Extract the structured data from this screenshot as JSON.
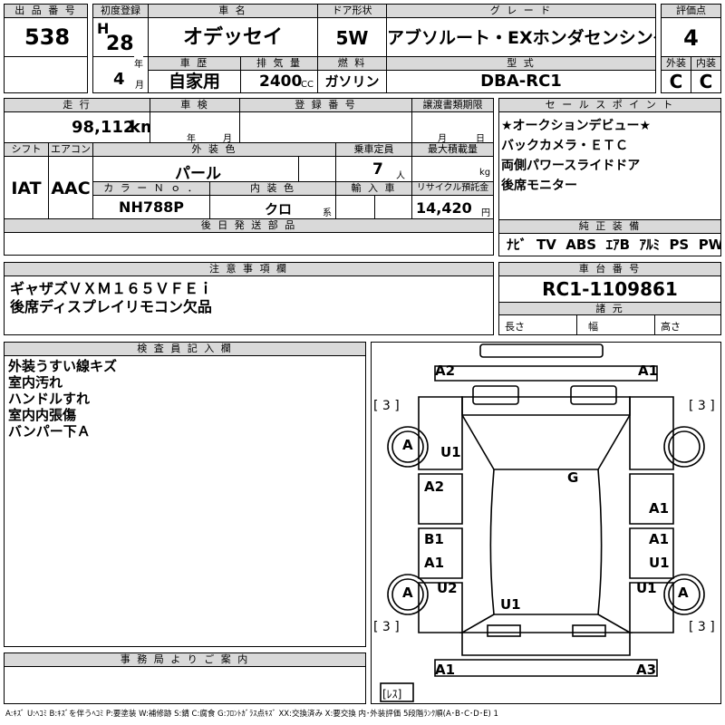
{
  "header_labels": {
    "lot_no": "出 品 番 号",
    "first_reg": "初度登録",
    "car_name": "車 名",
    "door": "ドア形状",
    "grade": "グ レ ー ド",
    "score": "評価点",
    "history": "車 歴",
    "displacement": "排 気 量",
    "fuel": "燃 料",
    "model": "型 式",
    "exterior": "外装",
    "interior": "内装",
    "year_unit": "年",
    "month_unit": "月",
    "cc": "CC"
  },
  "values": {
    "lot_no": "538",
    "era": "H",
    "year": "28",
    "month": "4",
    "car_name": "オデッセイ",
    "door": "5W",
    "grade": "アブソルート・EXホンダセンシング",
    "score": "4",
    "history": "自家用",
    "displacement": "2400",
    "fuel": "ガソリン",
    "model": "DBA-RC1",
    "exterior": "C",
    "interior": "C"
  },
  "row2_labels": {
    "mileage": "走 行",
    "inspection": "車 検",
    "registration": "登 録 番 号",
    "transfer_deadline": "譲渡書類期限",
    "shift": "シフト",
    "aircon": "エアコン",
    "ext_color": "外 装 色",
    "capacity": "乗車定員",
    "max_load": "最大積載量",
    "color_no": "カ ラ ー Ｎ ｏ ．",
    "int_color": "内 装 色",
    "import": "輸 入 車",
    "recycle": "リサイクル預託金",
    "later_parts": "後 日 発 送 部 品",
    "year_unit": "年",
    "month_unit": "月",
    "person_unit": "人",
    "kg_unit": "kg",
    "yen_unit": "円",
    "kei": "系",
    "km_unit": "km"
  },
  "row2_values": {
    "mileage": "98,112",
    "shift": "IAT",
    "aircon": "AAC",
    "ext_color": "パール",
    "capacity": "7",
    "color_no": "NH788P",
    "int_color": "クロ",
    "recycle": "14,420"
  },
  "sales_points": {
    "label": "セ ー ル ス ポ イ ン ト",
    "items": [
      "★オークションデビュー★",
      "バックカメラ・ＥＴＣ",
      "両側パワースライドドア",
      "後席モニター"
    ]
  },
  "equipment": {
    "label": "純 正 装 備",
    "items": [
      "ﾅﾋﾞ",
      "TV",
      "ABS",
      "ｴｱB",
      "ｱﾙﾐ",
      "PS",
      "PW"
    ]
  },
  "notes": {
    "label": "注 意 事 項 欄",
    "lines": [
      "ギャザズＶＸＭ１６５ＶＦＥｉ",
      "後席ディスプレイリモコン欠品"
    ]
  },
  "chassis": {
    "label": "車 台 番 号",
    "value": "RC1-1109861",
    "dims_label": "諸 元",
    "length": "長さ",
    "width": "幅",
    "height": "高さ"
  },
  "inspector": {
    "label": "検 査 員 記 入 欄",
    "lines": [
      "外装うすい線キズ",
      "室内汚れ",
      "ハンドルすれ",
      "室内内張傷",
      "バンパー下Ａ"
    ]
  },
  "office": {
    "label": "事 務 局 よ り ご 案 内"
  },
  "diagram": {
    "marks": {
      "front_left": "A2",
      "front_right": "A1",
      "tire_fl": "[ 3 ]",
      "tire_fr": "[ 3 ]",
      "wheel_fl": "A",
      "u1_left": "U1",
      "g_center": "G",
      "a2_left": "A2",
      "a1_right_upper": "A1",
      "b1_left": "B1",
      "a1_left": "A1",
      "a1_right_mid": "A1",
      "u1_right": "U1",
      "wheel_rl": "A",
      "u2_left": "U2",
      "u1_right_lower": "U1",
      "wheel_rr": "A",
      "u1_bottom": "U1",
      "tire_rl": "[ 3 ]",
      "tire_rr": "[ 3 ]",
      "rear_left": "A1",
      "rear_right": "A3",
      "spare": "[ﾚｽ]"
    }
  },
  "legend": "A:ｷｽﾞ U:ﾍｺﾐ B:ｷｽﾞを伴うﾍｺﾐ P:要塗装 W:補修跡 S:錆 C:腐食 G:ﾌﾛﾝﾄｶﾞﾗｽ点ｷｽﾞ XX:交換済み X:要交換 内･外装評価 5段階ﾗﾝｸ順(A･B･C･D･E) 1"
}
